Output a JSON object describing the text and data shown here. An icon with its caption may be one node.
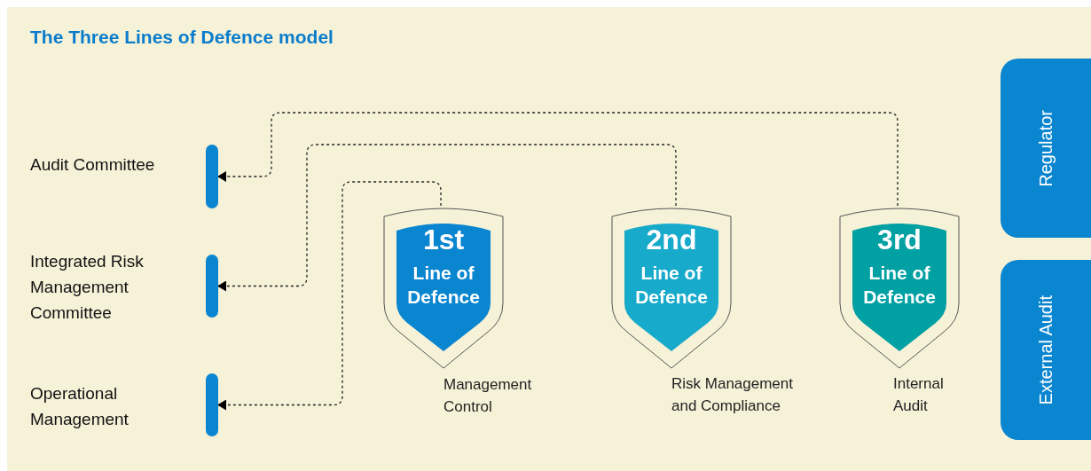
{
  "diagram": {
    "title": "The Three Lines of Defence model",
    "nodes": [
      {
        "text": [
          "Audit Committee"
        ]
      },
      {
        "text": [
          "Integrated Risk Management Committee"
        ]
      },
      {
        "text": [
          "Operational Management"
        ]
      },
      {
        "text": [
          "1st",
          "Line of Defence"
        ],
        "beside": [
          "Management Control"
        ]
      },
      {
        "text": [
          "2nd",
          "Line of Defence"
        ],
        "beside": [
          "Risk Management and Compliance"
        ]
      },
      {
        "text": [
          "3rd",
          "Line of Defence"
        ],
        "beside": [
          "Internal Audit"
        ]
      },
      {
        "text": [
          "Regulator"
        ]
      },
      {
        "text": [
          "External Audit"
        ]
      }
    ],
    "edges": [
      {
        "from": 3,
        "to": 2,
        "arrow": "to",
        "style": "dashed"
      },
      {
        "from": 4,
        "to": 1,
        "arrow": "to",
        "style": "dashed"
      },
      {
        "from": 5,
        "to": 0,
        "arrow": "to",
        "style": "dashed"
      }
    ]
  }
}
